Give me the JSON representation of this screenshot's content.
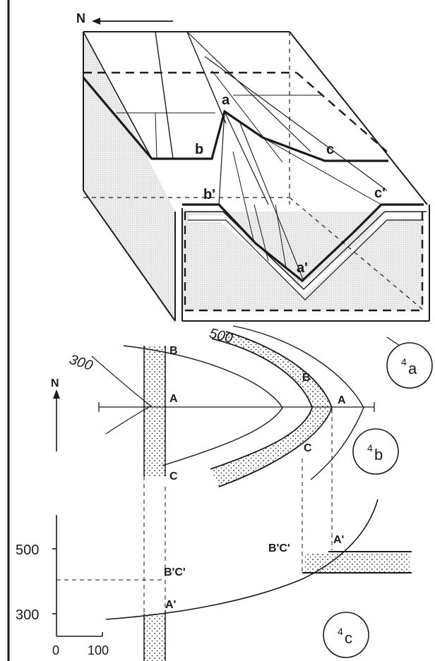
{
  "block_4a": {
    "north_label": "N",
    "points": {
      "a": "a",
      "b": "b",
      "c": "c",
      "a_prime": "a'",
      "b_prime": "b'",
      "c_prime": "c'"
    },
    "figure_label": {
      "num": "4",
      "letter": "a"
    }
  },
  "map_4b": {
    "north_label": "N",
    "contours": {
      "c300": "300",
      "c500": "500"
    },
    "points_left": {
      "B": "B",
      "A": "A",
      "C": "C"
    },
    "points_right": {
      "B": "B",
      "A": "A",
      "C": "C"
    },
    "figure_label": {
      "num": "4",
      "letter": "b"
    }
  },
  "section_4c": {
    "y_ticks": {
      "t500": "500",
      "t300": "300"
    },
    "scale": {
      "zero": "0",
      "hundred": "100"
    },
    "points": {
      "BC_left": "B'C'",
      "A_left": "A'",
      "BC_right": "B'C'",
      "A_right": "A'"
    },
    "figure_label": {
      "num": "4",
      "letter": "c"
    }
  },
  "colors": {
    "ink": "#1a1a1a",
    "shade": "#e6e6e6",
    "paper": "#ffffff"
  }
}
